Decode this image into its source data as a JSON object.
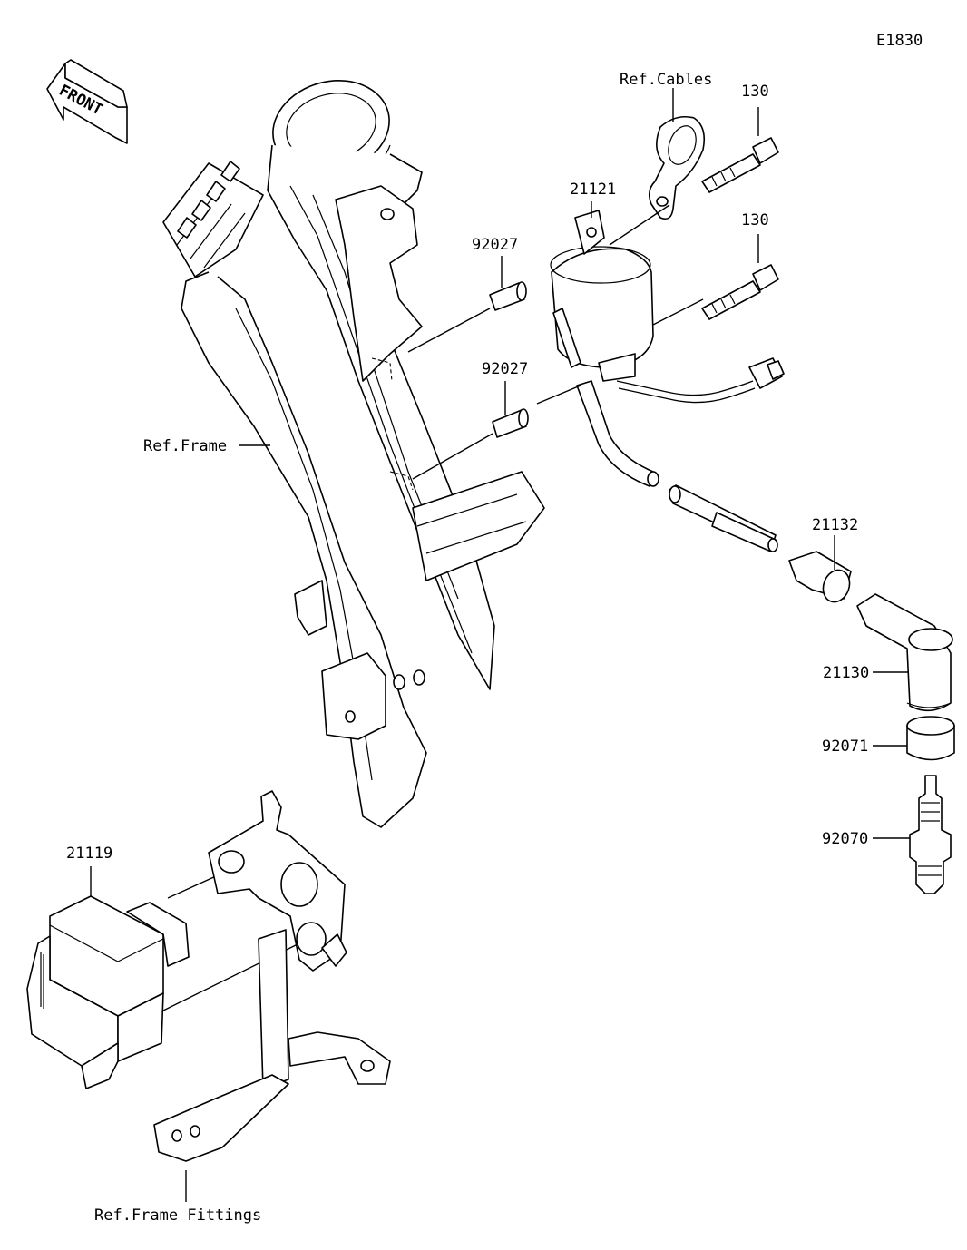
{
  "diagram_code": "E1830",
  "front_label": "FRONT",
  "callouts": {
    "ref_cables": "Ref.Cables",
    "bolt_upper": "130",
    "bolt_lower": "130",
    "ignition_coil": "21121",
    "collar_upper": "92027",
    "collar_lower": "92027",
    "ref_frame": "Ref.Frame",
    "cap_seal": "21132",
    "plug_cap": "21130",
    "plug_seal": "92071",
    "spark_plug": "92070",
    "igniter": "21119",
    "ref_frame_fittings": "Ref.Frame Fittings"
  }
}
